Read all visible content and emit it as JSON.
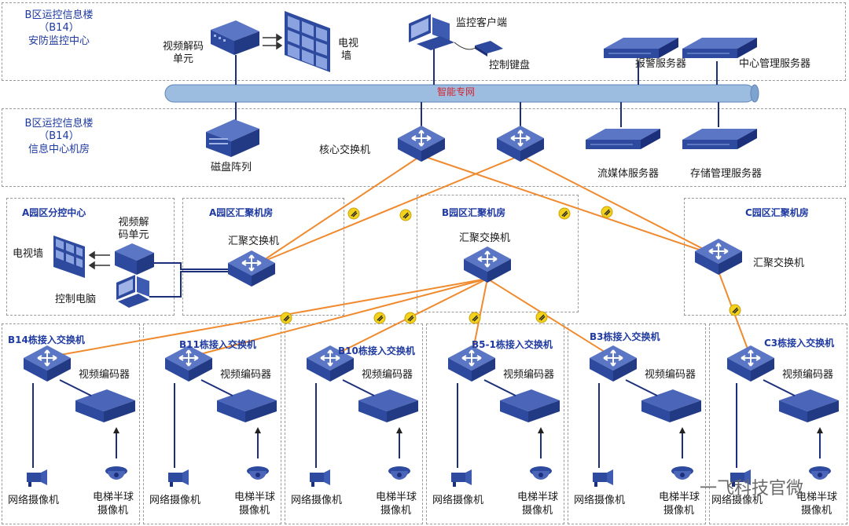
{
  "b14_security": {
    "line1": "B区运控信息楼",
    "line2": "（B14）",
    "line3": "安防监控中心"
  },
  "b14_info": {
    "line1": "B区运控信息楼",
    "line2": "（B14）",
    "line3": "信息中心机房"
  },
  "top": {
    "video_decoder_line1": "视频解码",
    "video_decoder_line2": "单元",
    "tv_wall_line1": "电视",
    "tv_wall_line2": "墙",
    "monitor_client": "监控客户端",
    "control_keyboard": "控制键盘",
    "alarm_server": "报警服务器",
    "center_mgmt_server": "中心管理服务器",
    "private_network": "智能专网",
    "disk_array": "磁盘阵列",
    "core_switch": "核心交换机",
    "streaming_server": "流媒体服务器",
    "storage_mgmt_server": "存储管理服务器"
  },
  "zone_a_control": {
    "title": "A园区分控中心",
    "tv_wall": "电视墙",
    "decoder_line1": "视频解",
    "decoder_line2": "码单元",
    "control_pc": "控制电脑"
  },
  "zone_a_agg": {
    "title": "A园区汇聚机房",
    "switch": "汇聚交换机"
  },
  "zone_b_agg": {
    "title": "B园区汇聚机房",
    "switch": "汇聚交换机"
  },
  "zone_c_agg": {
    "title": "C园区汇聚机房",
    "switch": "汇聚交换机"
  },
  "access": [
    {
      "title": "B14栋接入交换机"
    },
    {
      "title": "B11栋接入交换机"
    },
    {
      "title": "B10栋接入交换机"
    },
    {
      "title": "B5-1栋接入交换机"
    },
    {
      "title": "B3栋接入交换机"
    },
    {
      "title": "C3栋接入交换机"
    }
  ],
  "access_labels": {
    "encoder": "视频编码器",
    "network_camera": "网络摄像机",
    "dome_line1": "电梯半球",
    "dome_line2": "摄像机"
  },
  "watermark": "一飞科技官微",
  "colors": {
    "device": "#2e4a9e",
    "fiber": "#f08a2e",
    "wire": "#1c2f7a",
    "pipe": "#8fb1d6"
  }
}
